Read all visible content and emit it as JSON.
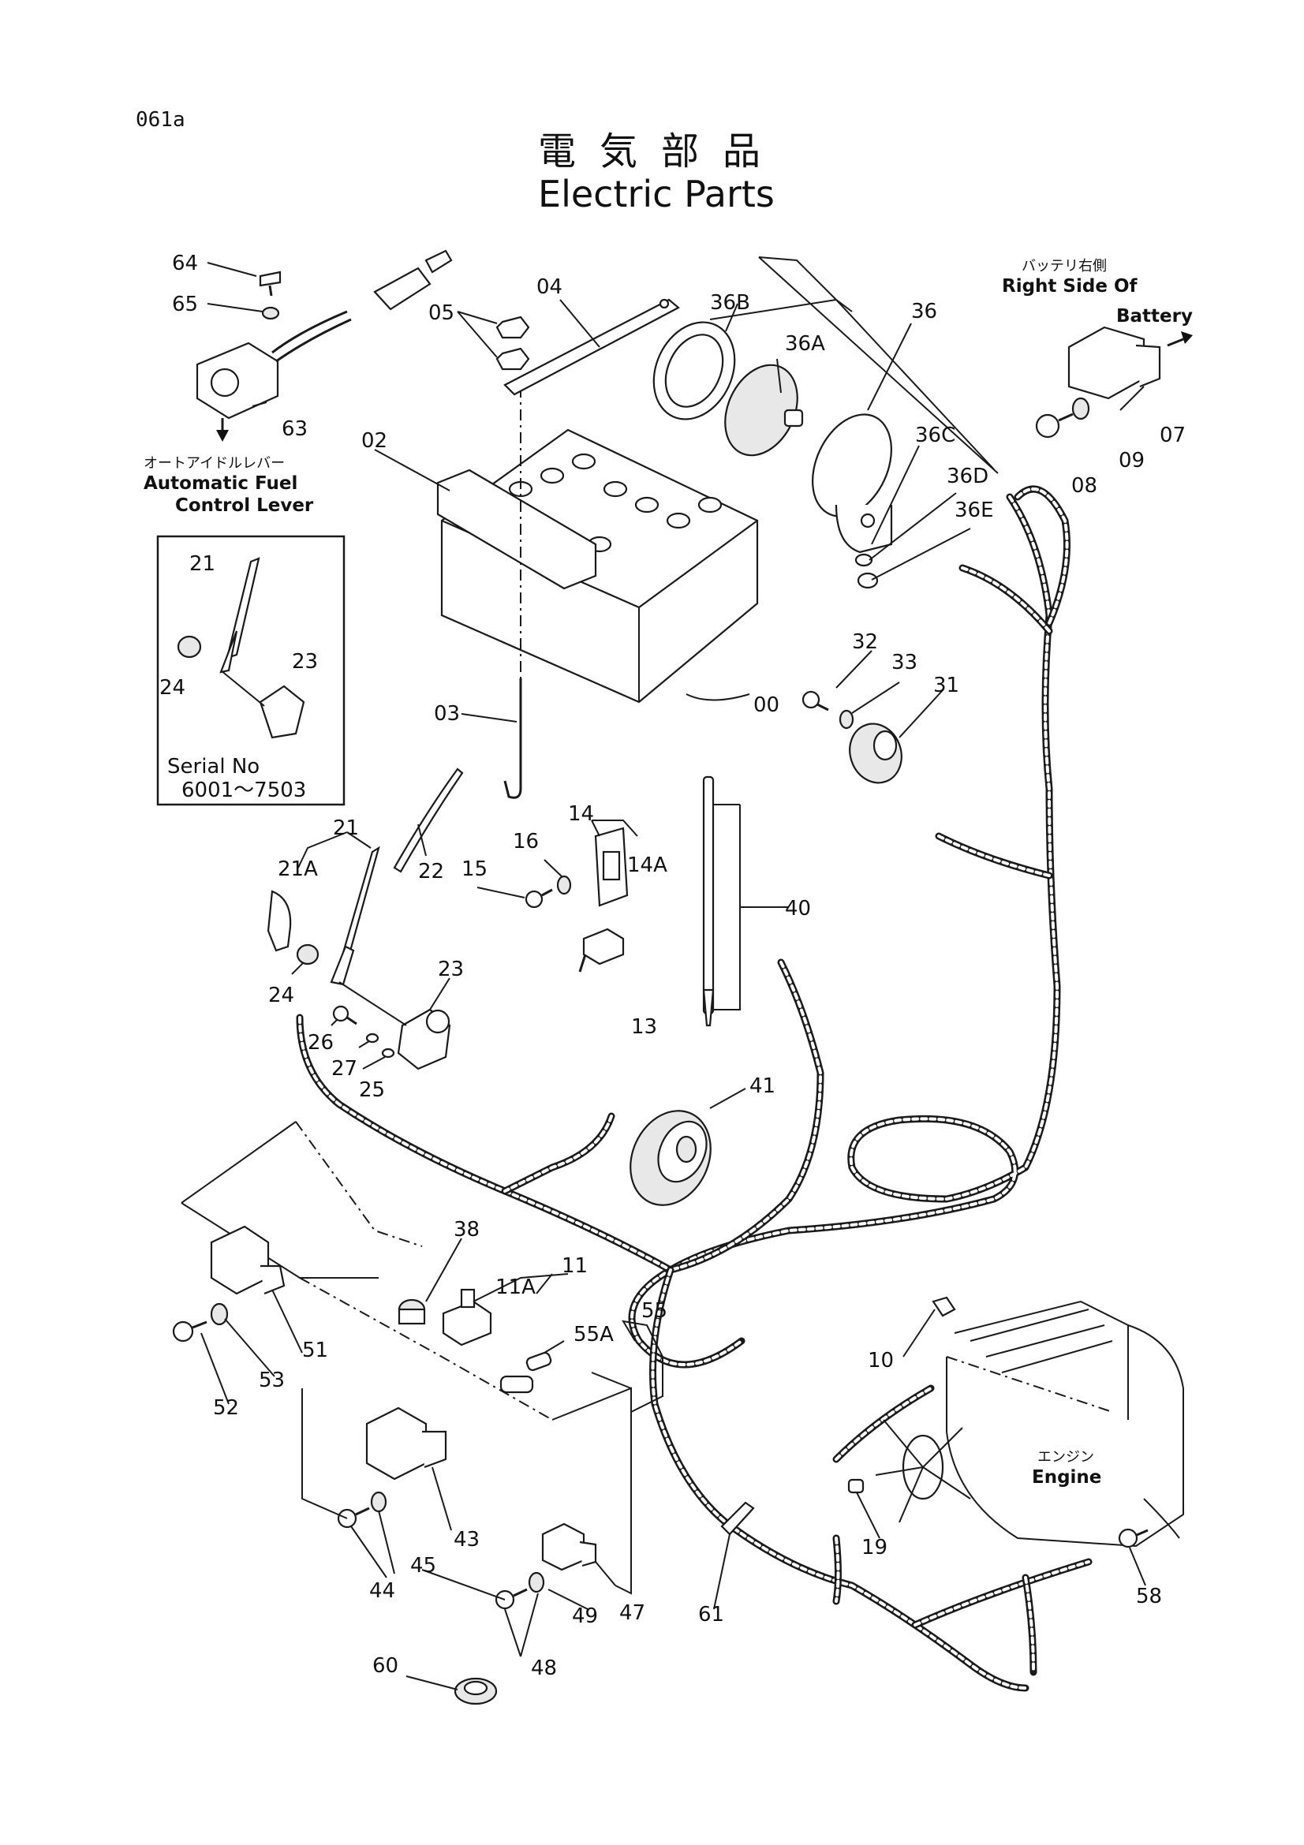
{
  "page_id": "061a",
  "title_jp": "電気部品",
  "title_en": "Electric Parts",
  "callouts": {
    "battery_side_jp": "バッテリ右側",
    "battery_side_en_1": "Right Side Of",
    "battery_side_en_2": "Battery",
    "aux_lever_jp": "オートアイドルレバー",
    "aux_lever_en_1": "Automatic Fuel",
    "aux_lever_en_2": "Control Lever",
    "serial_1": "Serial  No",
    "serial_2": "6001～7503",
    "engine_jp": "エンジン",
    "engine_en": "Engine"
  },
  "part_numbers": {
    "p00": "00",
    "p02": "02",
    "p03": "03",
    "p04": "04",
    "p05": "05",
    "p07": "07",
    "p08": "08",
    "p09": "09",
    "p10": "10",
    "p11": "11",
    "p11A": "11A",
    "p13": "13",
    "p14": "14",
    "p14A": "14A",
    "p15": "15",
    "p16": "16",
    "p19": "19",
    "p21": "21",
    "p21i": "21",
    "p21A": "21A",
    "p22": "22",
    "p23": "23",
    "p23i": "23",
    "p24": "24",
    "p24i": "24",
    "p25": "25",
    "p26": "26",
    "p27": "27",
    "p31": "31",
    "p32": "32",
    "p33": "33",
    "p36": "36",
    "p36A": "36A",
    "p36B": "36B",
    "p36C": "36C",
    "p36D": "36D",
    "p36E": "36E",
    "p38": "38",
    "p40": "40",
    "p41": "41",
    "p43": "43",
    "p44": "44",
    "p45": "45",
    "p47": "47",
    "p48": "48",
    "p49": "49",
    "p51": "51",
    "p52": "52",
    "p53": "53",
    "p55": "55",
    "p55A": "55A",
    "p58": "58",
    "p60": "60",
    "p61": "61",
    "p63": "63",
    "p64": "64",
    "p65": "65"
  },
  "icons": {
    "direction_arrow": "right-arrow-icon",
    "down_arrow": "down-arrow-icon"
  }
}
